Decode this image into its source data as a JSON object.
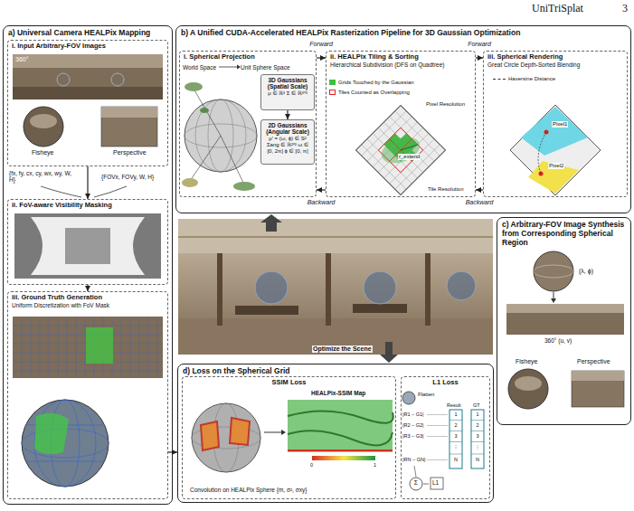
{
  "diagram": {
    "nodes": [
      {
        "text": [
          "a) Universal Camera HEALPix Mapping"
        ]
      },
      {
        "text": [
          "i. Input Arbitrary-FOV Images"
        ],
        "in": 0
      },
      {
        "text": [
          "ii. FoV-aware Visibility Masking"
        ],
        "in": 0
      },
      {
        "text": [
          "iii. Ground Truth Generation",
          "Uniform Discretization with FoV Mask"
        ],
        "in": 0
      },
      {
        "text": [
          "b) A Unified CUDA-Accelerated HEALPix Rasterization Pipeline for 3D Gaussian Optimization"
        ]
      },
      {
        "text": [
          "i. Spherical Projection"
        ],
        "in": 4
      },
      {
        "text": [
          "3D Gaussians (Spatial Scale)",
          "μ ∈ ℝ³ Σ ∈ ℝ³ˣ³"
        ],
        "in": 5
      },
      {
        "text": [
          "2D Gaussians (Angular Scale)",
          "μ′ = (ω, ϕ) ∈ S² Σang ∈ ℝ²ˣ² ω ∈ [0, 2π] ϕ ∈ [0, π]"
        ],
        "in": 5
      },
      {
        "text": [
          "ii. HEALPix Tiling & Sorting",
          "Hierarchical Subdivision (DFS on Quadtree)"
        ],
        "in": 4
      },
      {
        "text": [
          "iii. Spherical Rendering",
          "Great Circle Depth-Sorted Blending"
        ],
        "in": 4
      },
      {
        "text": [
          "c) Arbitrary-FOV Image Synthesis from Corresponding Spherical Region"
        ]
      },
      {
        "text": [
          "d) Loss on the Spherical Grid"
        ]
      },
      {
        "text": [
          "SSIM Loss"
        ],
        "in": 11
      },
      {
        "text": [
          "L1 Loss"
        ],
        "in": 11
      }
    ],
    "edges": [
      {
        "from": 1,
        "to": 2,
        "arrow": "to"
      },
      {
        "from": 2,
        "to": 3,
        "arrow": "to"
      },
      {
        "from": 3,
        "to": 11,
        "arrow": "to"
      },
      {
        "from": 5,
        "to": 8,
        "label": "Forward",
        "arrow": "to"
      },
      {
        "from": 8,
        "to": 9,
        "label": "Forward",
        "arrow": "to"
      },
      {
        "from": 9,
        "to": 8,
        "label": "Backward",
        "arrow": "to"
      },
      {
        "from": 8,
        "to": 5,
        "label": "Backward",
        "arrow": "to"
      },
      {
        "from": 6,
        "to": 7,
        "arrow": "to"
      }
    ],
    "labels": [
      "UniTriSplat",
      "3",
      "360°",
      "Fisheye",
      "Perspective",
      "{fx, fy, cx, cy, wx, wy, W, H}",
      "{FOVx, FOVy, W, H}",
      "World Space",
      "Unit Sphere Space",
      "Pixel Resolution",
      "Tile Resolution",
      "r_extend",
      "Pixel1",
      "Pixel2",
      "Optimize the Scene",
      "(λ, ϕ)",
      "360° (u, v)",
      "Fisheye",
      "Perspective",
      "HEALPix-SSIM Map",
      "0",
      "1",
      "Convolution on HEALPix Sphere {m, σ², σxy}",
      "Flatten",
      "Result",
      "GT",
      "1",
      "2",
      "3",
      "⋮",
      "N",
      "1",
      "2",
      "3",
      "⋮",
      "N",
      "|R1 − G1|",
      "|R2 − G2|",
      "|R3 − G3|",
      "|RN − GN|",
      "Σ",
      "L1"
    ],
    "legend": [
      {
        "text": "Grids Touched by the Gaussian",
        "color": "#3fbf3f"
      },
      {
        "text": "Tiles Counted as Overlapping"
      },
      {
        "text": "Haversine Distance"
      }
    ]
  }
}
